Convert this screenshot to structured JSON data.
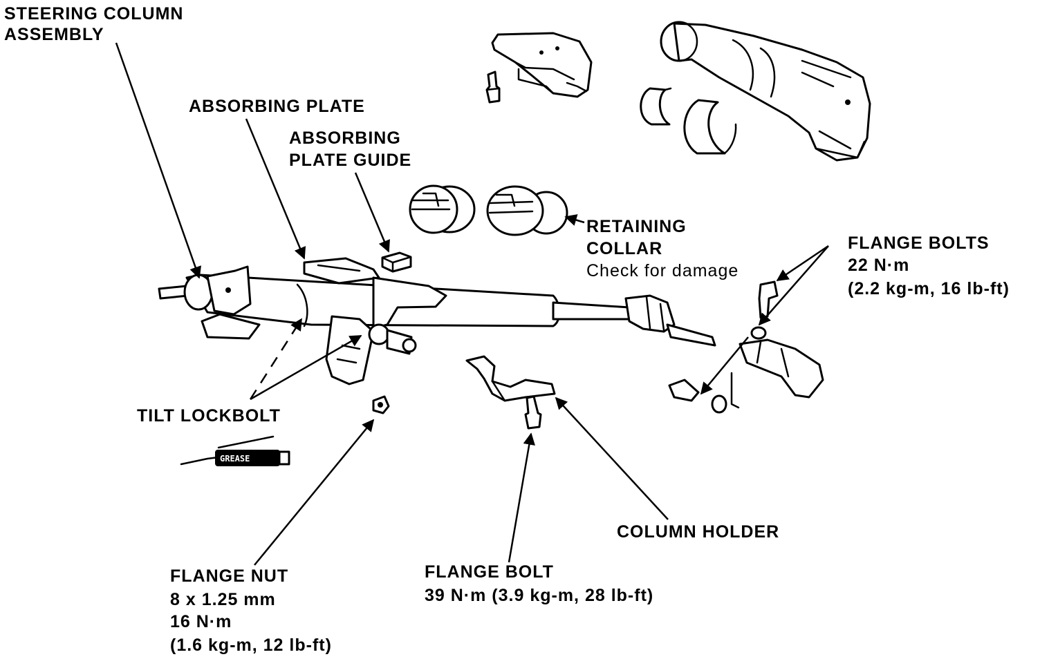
{
  "labels": {
    "steering_column_assembly": [
      "STEERING COLUMN",
      "ASSEMBLY"
    ],
    "absorbing_plate": "ABSORBING PLATE",
    "absorbing_plate_guide": [
      "ABSORBING",
      "PLATE GUIDE"
    ],
    "retaining_collar": [
      "RETAINING",
      "COLLAR"
    ],
    "retaining_collar_note": "Check for damage",
    "flange_bolts": [
      "FLANGE BOLTS",
      "22 N·m",
      "(2.2 kg-m, 16 lb-ft)"
    ],
    "tilt_lockbolt": "TILT LOCKBOLT",
    "grease": "GREASE",
    "flange_nut": [
      "FLANGE NUT",
      "8 x 1.25 mm",
      "16 N·m",
      "(1.6 kg-m, 12 lb-ft)"
    ],
    "flange_bolt": [
      "FLANGE BOLT",
      "39 N·m (3.9 kg-m, 28 lb-ft)"
    ],
    "column_holder": "COLUMN HOLDER"
  }
}
